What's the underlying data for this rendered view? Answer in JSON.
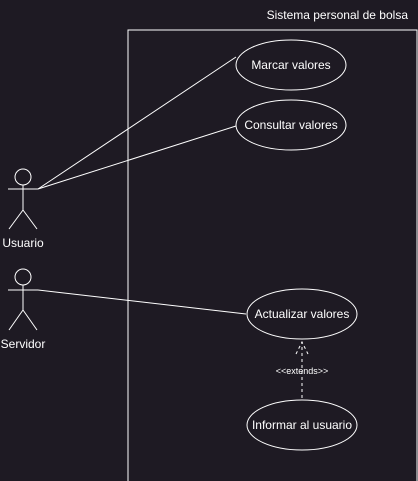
{
  "system": {
    "title": "Sistema personal de bolsa"
  },
  "actors": {
    "usuario": {
      "label": "Usuario"
    },
    "servidor": {
      "label": "Servidor"
    }
  },
  "use_cases": {
    "marcar": {
      "label": "Marcar valores"
    },
    "consultar": {
      "label": "Consultar valores"
    },
    "actualizar": {
      "label": "Actualizar valores"
    },
    "informar": {
      "label": "Informar al usuario"
    }
  },
  "relations": {
    "extends_label": "<<extends>>"
  },
  "colors": {
    "background": "#1e1a23",
    "stroke": "#ffffff"
  }
}
